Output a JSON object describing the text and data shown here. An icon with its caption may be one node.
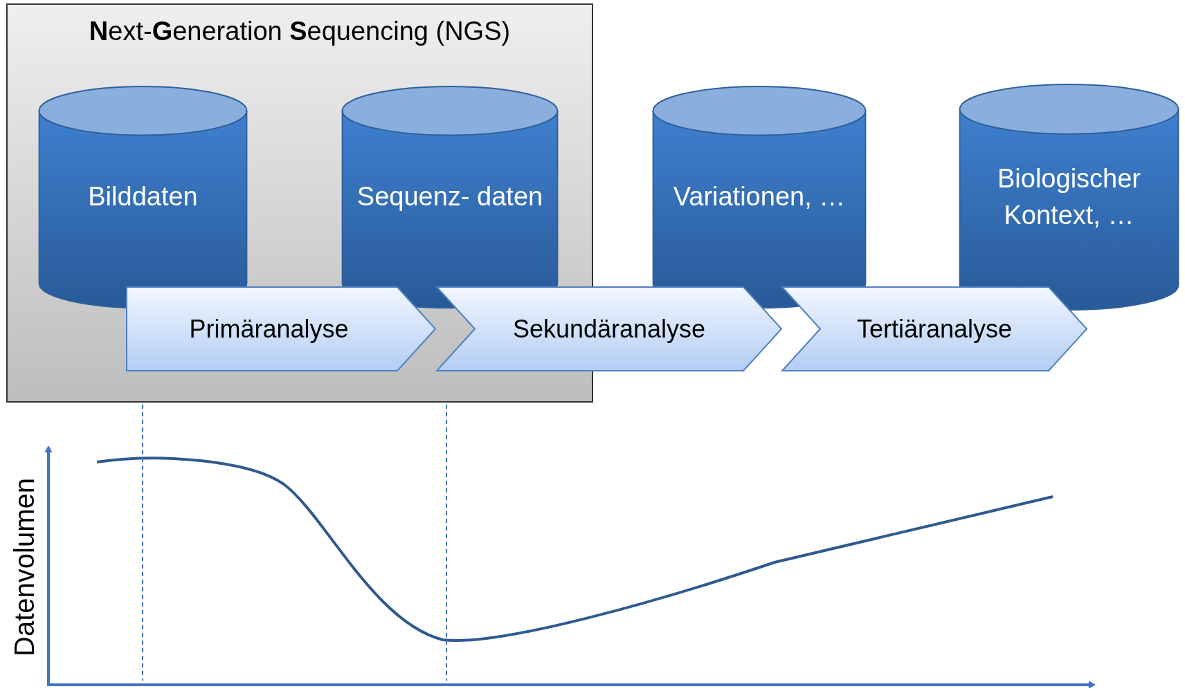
{
  "diagram": {
    "nodes": [
      {
        "text": [
          "**N**ext-**G**eneration **S**equencing (NGS)"
        ]
      },
      {
        "text": [
          "Bilddaten"
        ],
        "in": 0
      },
      {
        "text": [
          "Sequenz- daten"
        ],
        "in": 0
      },
      {
        "text": [
          "Variationen, …"
        ]
      },
      {
        "text": [
          "Biologischer Kontext, …"
        ]
      },
      {
        "text": [
          "Primäranalyse"
        ],
        "in": 0
      },
      {
        "text": [
          "Sekundäranalyse"
        ]
      },
      {
        "text": [
          "Tertiäranalyse"
        ]
      }
    ],
    "labels": [
      "Datenvolumen"
    ]
  }
}
